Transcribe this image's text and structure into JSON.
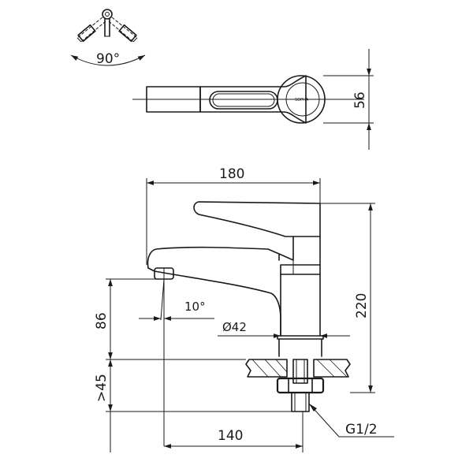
{
  "rotation_detail": {
    "angle_label": "90°"
  },
  "top_view": {
    "width_label": "56",
    "logo_text": "SOPHA"
  },
  "front_view": {
    "overall_length_label": "180",
    "height_label": "220",
    "spout_height_label": "86",
    "angle_label": "10°",
    "diameter_label": "Ø42",
    "deck_thickness_label": ">45",
    "reach_label": "140",
    "thread_label": "G1/2"
  }
}
